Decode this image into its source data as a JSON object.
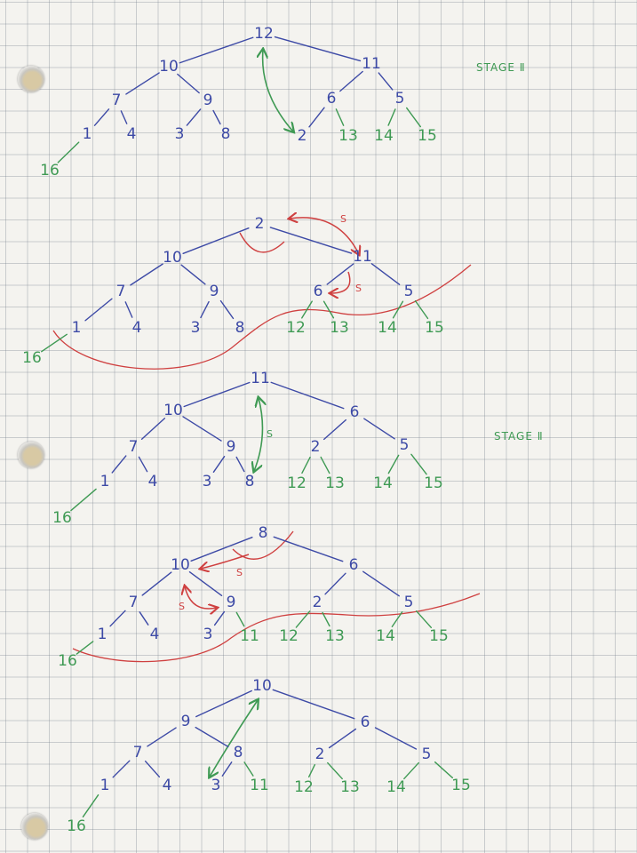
{
  "colors": {
    "tree": "#3d4aa6",
    "green": "#3f9a54",
    "red": "#cf4040"
  },
  "stage_labels": [
    "STAGE Ⅱ",
    "STAGE Ⅱ"
  ],
  "trees": [
    {
      "nodes": [
        {
          "id": "n12",
          "label": "12",
          "color": "tree"
        },
        {
          "id": "n10",
          "label": "10",
          "color": "tree"
        },
        {
          "id": "n11",
          "label": "11",
          "color": "tree"
        },
        {
          "id": "n7",
          "label": "7",
          "color": "tree"
        },
        {
          "id": "n9",
          "label": "9",
          "color": "tree"
        },
        {
          "id": "n6",
          "label": "6",
          "color": "tree"
        },
        {
          "id": "n5",
          "label": "5",
          "color": "tree"
        },
        {
          "id": "n1",
          "label": "1",
          "color": "tree"
        },
        {
          "id": "n4",
          "label": "4",
          "color": "tree"
        },
        {
          "id": "n3",
          "label": "3",
          "color": "tree"
        },
        {
          "id": "n8",
          "label": "8",
          "color": "tree"
        },
        {
          "id": "n2",
          "label": "2",
          "color": "tree"
        },
        {
          "id": "n13",
          "label": "13",
          "color": "green"
        },
        {
          "id": "n14",
          "label": "14",
          "color": "green"
        },
        {
          "id": "n15",
          "label": "15",
          "color": "green"
        },
        {
          "id": "n16",
          "label": "16",
          "color": "green"
        }
      ],
      "marks": []
    },
    {
      "nodes": [
        {
          "id": "n2",
          "label": "2",
          "color": "tree"
        },
        {
          "id": "n10",
          "label": "10",
          "color": "tree"
        },
        {
          "id": "n11",
          "label": "11",
          "color": "tree"
        },
        {
          "id": "n7",
          "label": "7",
          "color": "tree"
        },
        {
          "id": "n9",
          "label": "9",
          "color": "tree"
        },
        {
          "id": "n6",
          "label": "6",
          "color": "tree"
        },
        {
          "id": "n5",
          "label": "5",
          "color": "tree"
        },
        {
          "id": "n1",
          "label": "1",
          "color": "tree"
        },
        {
          "id": "n4",
          "label": "4",
          "color": "tree"
        },
        {
          "id": "n3",
          "label": "3",
          "color": "tree"
        },
        {
          "id": "n8",
          "label": "8",
          "color": "tree"
        },
        {
          "id": "n12",
          "label": "12",
          "color": "green"
        },
        {
          "id": "n13",
          "label": "13",
          "color": "green"
        },
        {
          "id": "n14",
          "label": "14",
          "color": "green"
        },
        {
          "id": "n15",
          "label": "15",
          "color": "green"
        },
        {
          "id": "n16",
          "label": "16",
          "color": "green"
        }
      ],
      "marks": [
        "S",
        "S"
      ]
    },
    {
      "nodes": [
        {
          "id": "n11",
          "label": "11",
          "color": "tree"
        },
        {
          "id": "n10",
          "label": "10",
          "color": "tree"
        },
        {
          "id": "n6",
          "label": "6",
          "color": "tree"
        },
        {
          "id": "n7",
          "label": "7",
          "color": "tree"
        },
        {
          "id": "n9",
          "label": "9",
          "color": "tree"
        },
        {
          "id": "n2",
          "label": "2",
          "color": "tree"
        },
        {
          "id": "n5",
          "label": "5",
          "color": "tree"
        },
        {
          "id": "n1",
          "label": "1",
          "color": "tree"
        },
        {
          "id": "n4",
          "label": "4",
          "color": "tree"
        },
        {
          "id": "n3",
          "label": "3",
          "color": "tree"
        },
        {
          "id": "n8",
          "label": "8",
          "color": "tree"
        },
        {
          "id": "n12",
          "label": "12",
          "color": "green"
        },
        {
          "id": "n13",
          "label": "13",
          "color": "green"
        },
        {
          "id": "n14",
          "label": "14",
          "color": "green"
        },
        {
          "id": "n15",
          "label": "15",
          "color": "green"
        },
        {
          "id": "n16",
          "label": "16",
          "color": "green"
        }
      ],
      "marks": [
        "S"
      ]
    },
    {
      "nodes": [
        {
          "id": "n8",
          "label": "8",
          "color": "tree"
        },
        {
          "id": "n10",
          "label": "10",
          "color": "tree"
        },
        {
          "id": "n6",
          "label": "6",
          "color": "tree"
        },
        {
          "id": "n7",
          "label": "7",
          "color": "tree"
        },
        {
          "id": "n9",
          "label": "9",
          "color": "tree"
        },
        {
          "id": "n2",
          "label": "2",
          "color": "tree"
        },
        {
          "id": "n5",
          "label": "5",
          "color": "tree"
        },
        {
          "id": "n1",
          "label": "1",
          "color": "tree"
        },
        {
          "id": "n4",
          "label": "4",
          "color": "tree"
        },
        {
          "id": "n3",
          "label": "3",
          "color": "tree"
        },
        {
          "id": "n11",
          "label": "11",
          "color": "green"
        },
        {
          "id": "n12",
          "label": "12",
          "color": "green"
        },
        {
          "id": "n13",
          "label": "13",
          "color": "green"
        },
        {
          "id": "n14",
          "label": "14",
          "color": "green"
        },
        {
          "id": "n15",
          "label": "15",
          "color": "green"
        },
        {
          "id": "n16",
          "label": "16",
          "color": "green"
        }
      ],
      "marks": [
        "S",
        "S"
      ]
    },
    {
      "nodes": [
        {
          "id": "n10",
          "label": "10",
          "color": "tree"
        },
        {
          "id": "n9",
          "label": "9",
          "color": "tree"
        },
        {
          "id": "n6",
          "label": "6",
          "color": "tree"
        },
        {
          "id": "n7",
          "label": "7",
          "color": "tree"
        },
        {
          "id": "n8",
          "label": "8",
          "color": "tree"
        },
        {
          "id": "n2",
          "label": "2",
          "color": "tree"
        },
        {
          "id": "n5",
          "label": "5",
          "color": "tree"
        },
        {
          "id": "n1",
          "label": "1",
          "color": "tree"
        },
        {
          "id": "n4",
          "label": "4",
          "color": "tree"
        },
        {
          "id": "n3",
          "label": "3",
          "color": "tree"
        },
        {
          "id": "n11",
          "label": "11",
          "color": "green"
        },
        {
          "id": "n12",
          "label": "12",
          "color": "green"
        },
        {
          "id": "n13",
          "label": "13",
          "color": "green"
        },
        {
          "id": "n14",
          "label": "14",
          "color": "green"
        },
        {
          "id": "n15",
          "label": "15",
          "color": "green"
        },
        {
          "id": "n16",
          "label": "16",
          "color": "green"
        }
      ],
      "marks": []
    }
  ]
}
